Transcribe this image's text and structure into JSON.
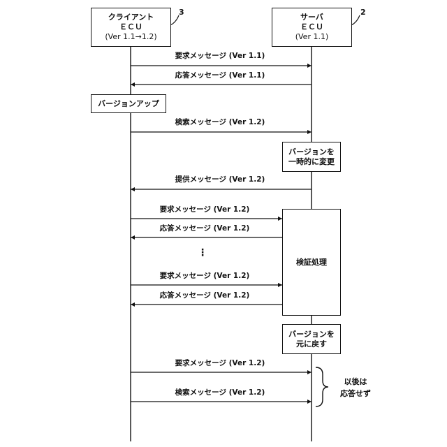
{
  "participants": {
    "client": {
      "line1": "クライアント",
      "line2": "ＥＣＵ",
      "line3": "(Ver 1.1→1.2)",
      "ref": "3"
    },
    "server": {
      "line1": "サーバ",
      "line2": "ＥＣＵ",
      "line3": "(Ver 1.1)",
      "ref": "2"
    }
  },
  "messages": {
    "m1": "要求メッセージ (Ver 1.1)",
    "m2": "応答メッセージ (Ver 1.1)",
    "m3": "検索メッセージ (Ver 1.2)",
    "m4": "提供メッセージ (Ver 1.2)",
    "m5": "要求メッセージ (Ver 1.2)",
    "m6": "応答メッセージ (Ver 1.2)",
    "m7": "要求メッセージ (Ver 1.2)",
    "m8": "応答メッセージ (Ver 1.2)",
    "m9": "要求メッセージ (Ver 1.2)",
    "m10": "検索メッセージ (Ver 1.2)"
  },
  "boxes": {
    "version_up": "バージョンアップ",
    "temp_change_1": "バージョンを",
    "temp_change_2": "一時的に変更",
    "verify": "検証処理",
    "revert_1": "バージョンを",
    "revert_2": "元に戻す"
  },
  "ellipsis": "⋮",
  "no_response_1": "以後は",
  "no_response_2": "応答せず"
}
